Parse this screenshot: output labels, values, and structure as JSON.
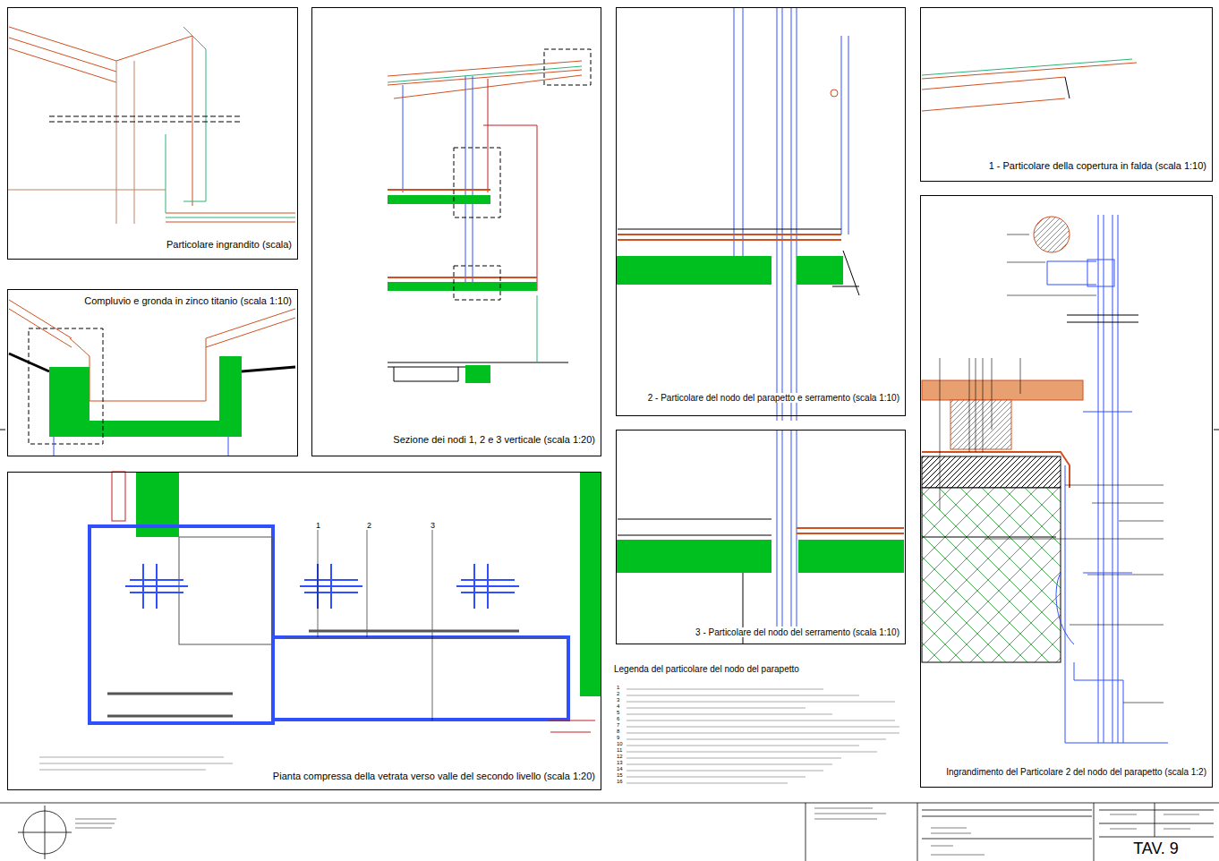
{
  "diagram": {
    "nodes": [
      {
        "text": [
          "Particolare ingrandito (scala)"
        ]
      },
      {
        "text": [
          "Compluvio e gronda in zinco titanio (scala 1:10)"
        ]
      },
      {
        "text": [
          "Sezione dei nodi 1, 2 e 3 verticale (scala 1:20)"
        ]
      },
      {
        "text": [
          "2 - Particolare del nodo del parapetto e serramento (scala 1:10)"
        ]
      },
      {
        "text": [
          "3 - Particolare del nodo del serramento (scala 1:10)"
        ]
      },
      {
        "text": [
          "1 - Particolare della copertura in falda (scala 1:10)"
        ]
      },
      {
        "text": [
          "Ingrandimento del Particolare 2 del nodo del parapetto (scala 1:2)"
        ]
      },
      {
        "text": [
          "Pianta compressa della vetrata verso valle del secondo livello (scala 1:20)"
        ]
      },
      {
        "text": [
          "TAV. 9"
        ]
      }
    ],
    "labels": [
      "1",
      "2",
      "3",
      "Legenda del particolare del nodo del parapetto",
      "1",
      "2",
      "3",
      "4",
      "5",
      "6",
      "7",
      "8",
      "9",
      "10",
      "11",
      "12",
      "13",
      "14",
      "15",
      "16"
    ]
  }
}
